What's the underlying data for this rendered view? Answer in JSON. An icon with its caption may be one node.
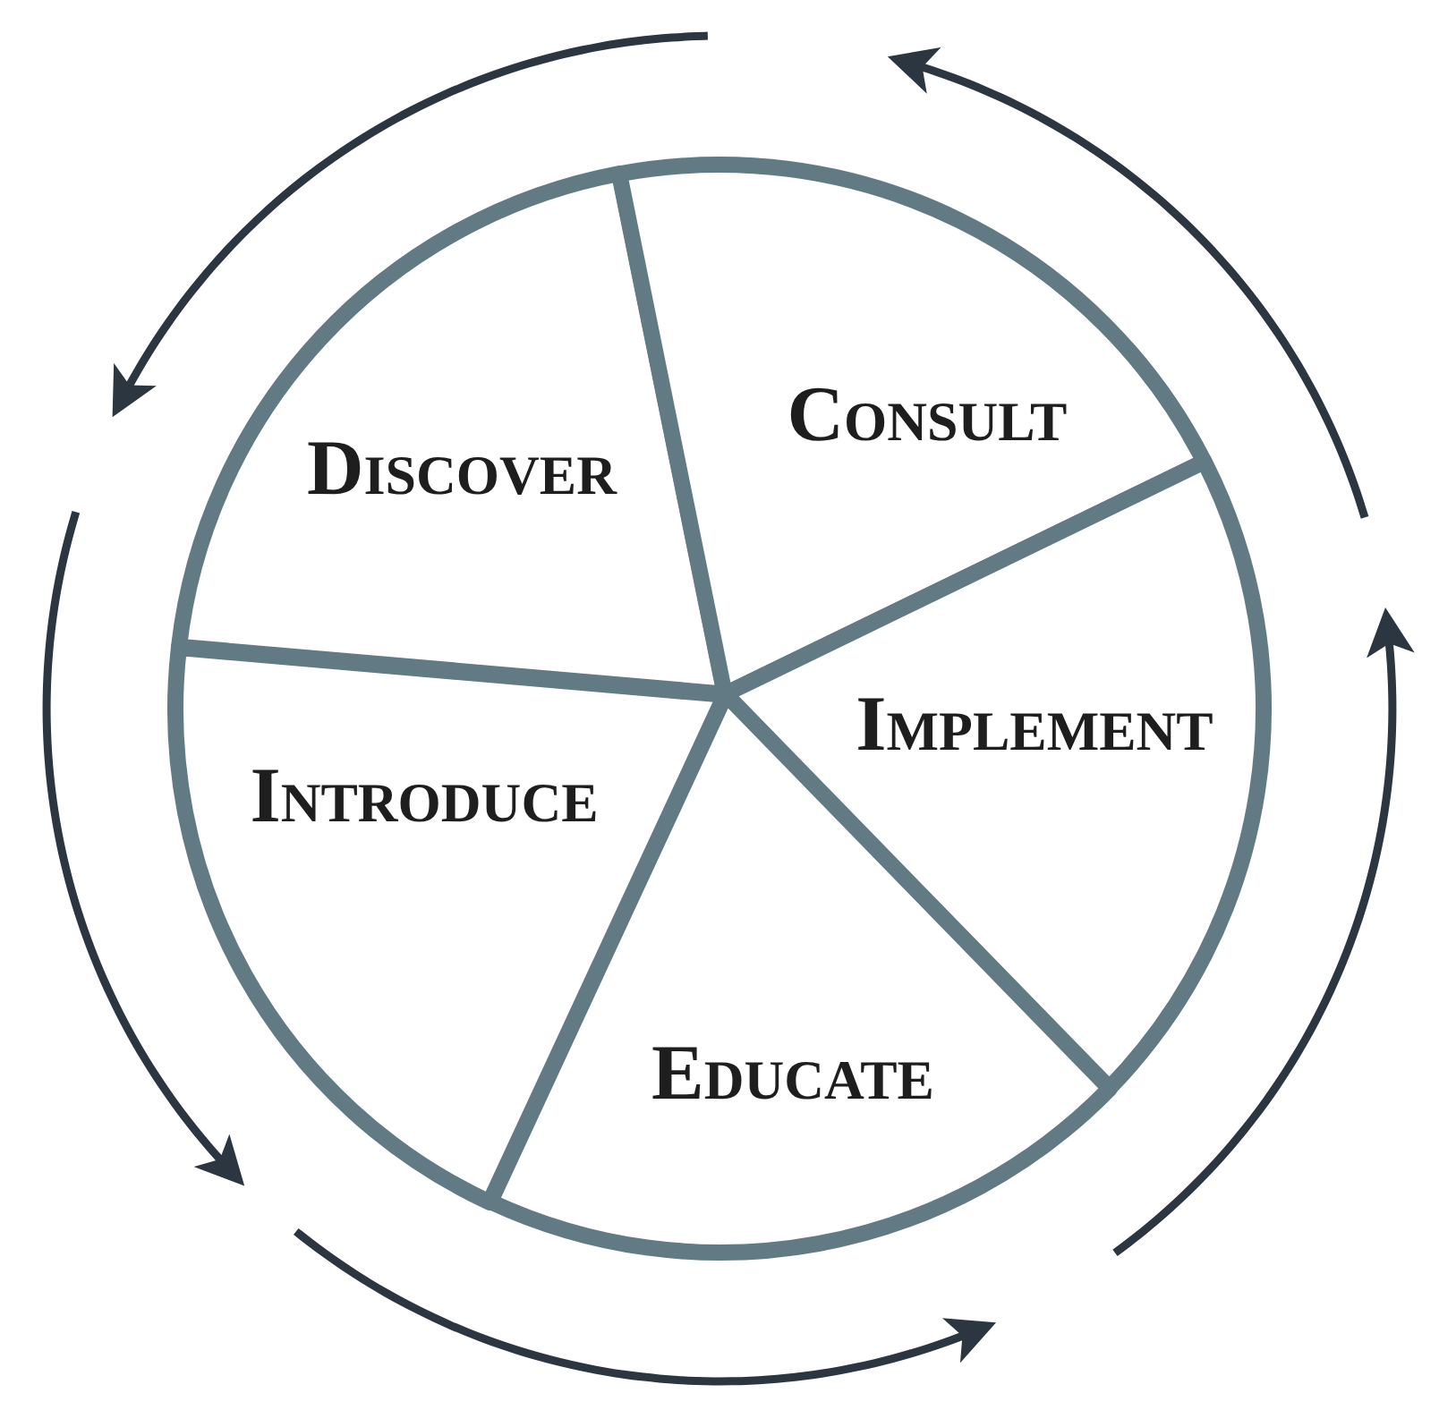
{
  "diagram": {
    "nodes": [
      {
        "text": [
          "Discover"
        ]
      },
      {
        "text": [
          "Consult"
        ]
      },
      {
        "text": [
          "Implement"
        ]
      },
      {
        "text": [
          "Educate"
        ]
      },
      {
        "text": [
          "Introduce"
        ]
      }
    ]
  }
}
